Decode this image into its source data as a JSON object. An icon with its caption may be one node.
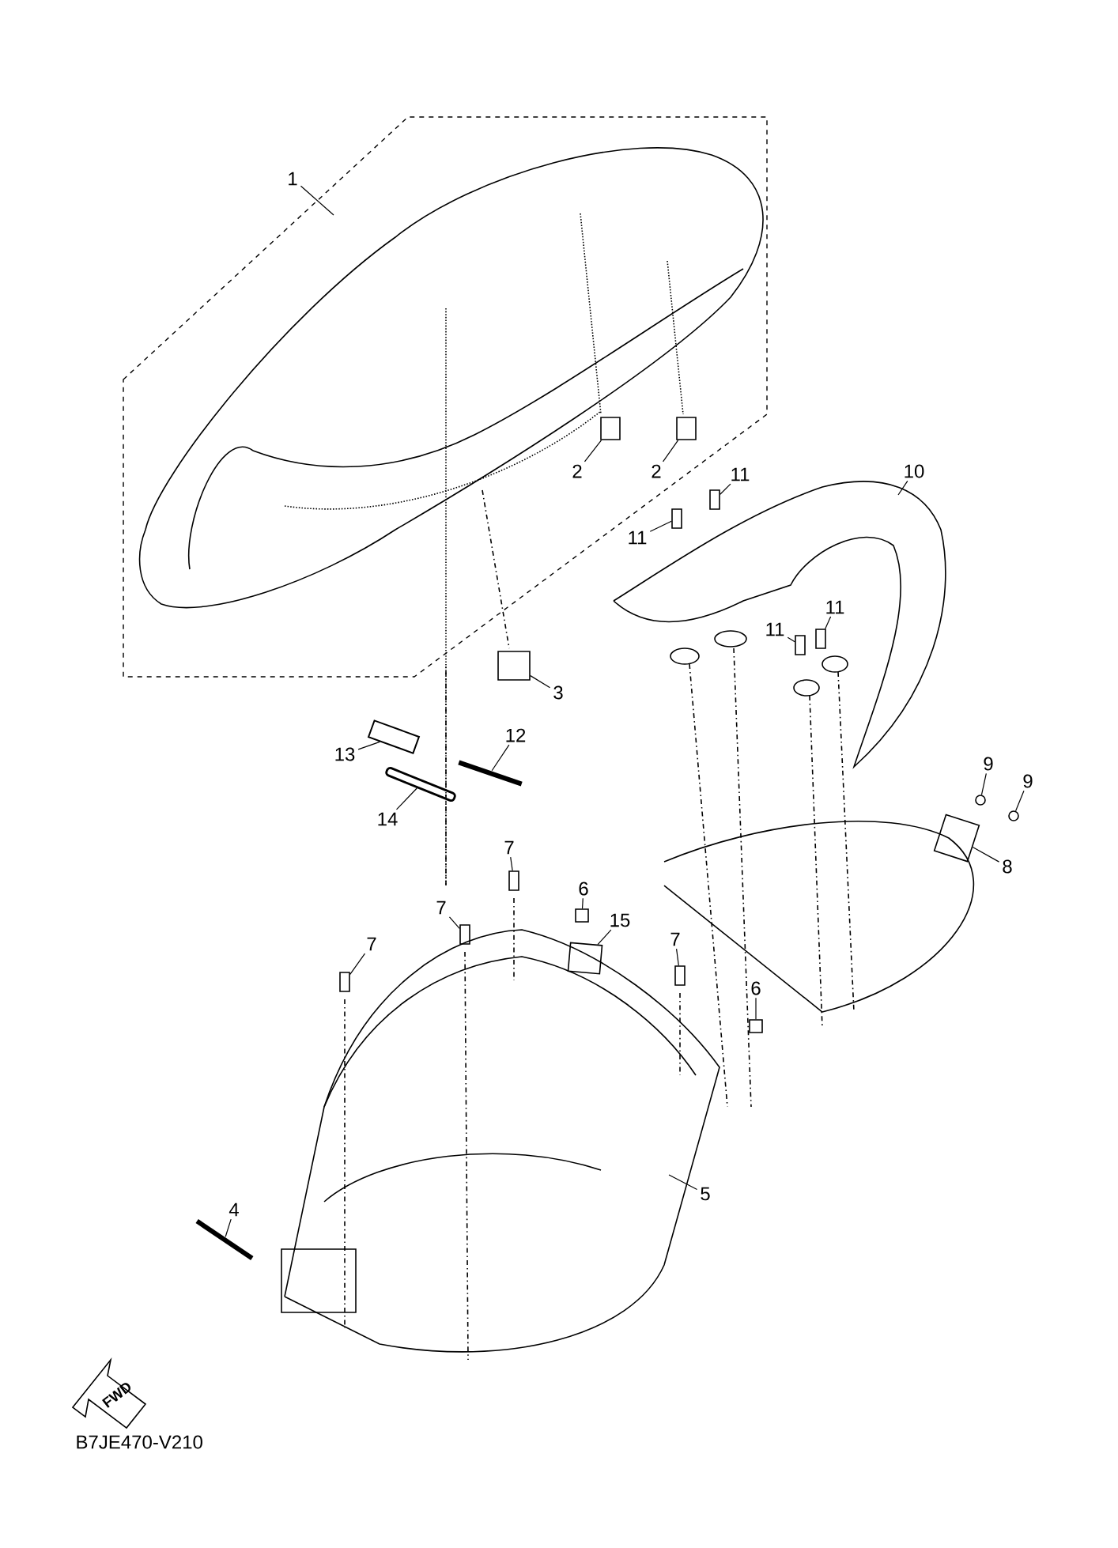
{
  "diagram": {
    "nodes": [
      {
        "text": [
          "1"
        ]
      },
      {
        "text": [
          "2"
        ]
      },
      {
        "text": [
          "2"
        ]
      },
      {
        "text": [
          "11"
        ]
      },
      {
        "text": [
          "10"
        ]
      },
      {
        "text": [
          "11"
        ]
      },
      {
        "text": [
          "11"
        ]
      },
      {
        "text": [
          "11"
        ]
      },
      {
        "text": [
          "3"
        ]
      },
      {
        "text": [
          "12"
        ]
      },
      {
        "text": [
          "13"
        ]
      },
      {
        "text": [
          "9"
        ]
      },
      {
        "text": [
          "9"
        ]
      },
      {
        "text": [
          "14"
        ]
      },
      {
        "text": [
          "7"
        ]
      },
      {
        "text": [
          "8"
        ]
      },
      {
        "text": [
          "6"
        ]
      },
      {
        "text": [
          "7"
        ]
      },
      {
        "text": [
          "15"
        ]
      },
      {
        "text": [
          "7"
        ]
      },
      {
        "text": [
          "7"
        ]
      },
      {
        "text": [
          "6"
        ]
      },
      {
        "text": [
          "5"
        ]
      },
      {
        "text": [
          "4"
        ]
      },
      {
        "text": [],
        "shape": "box"
      },
      {
        "text": [],
        "shape": "box"
      },
      {
        "text": [],
        "shape": "box"
      },
      {
        "text": [],
        "shape": "box"
      },
      {
        "text": [],
        "shape": "box"
      },
      {
        "text": [],
        "shape": "box"
      },
      {
        "text": [],
        "shape": "box"
      },
      {
        "text": [],
        "shape": "bar"
      },
      {
        "text": [],
        "shape": "cylinder"
      },
      {
        "text": [],
        "shape": "circle"
      },
      {
        "text": [],
        "shape": "circle"
      },
      {
        "text": [],
        "shape": "picture"
      },
      {
        "text": [],
        "shape": "box"
      },
      {
        "text": [],
        "shape": "box"
      },
      {
        "text": [],
        "shape": "box"
      },
      {
        "text": [],
        "shape": "box"
      },
      {
        "text": [],
        "shape": "box"
      },
      {
        "text": [],
        "shape": "box"
      },
      {
        "text": [],
        "shape": "box"
      },
      {
        "text": [],
        "shape": "box"
      },
      {
        "text": [],
        "shape": "bar"
      }
    ],
    "edges": [
      {
        "from": 0,
        "to": null,
        "arrow": "none"
      },
      {
        "from": 1,
        "to": 24,
        "arrow": "none"
      },
      {
        "from": 2,
        "to": 25,
        "arrow": "none"
      },
      {
        "from": 3,
        "to": 26,
        "arrow": "none"
      },
      {
        "from": 4,
        "to": null,
        "arrow": "none"
      },
      {
        "from": 5,
        "to": 27,
        "arrow": "none"
      },
      {
        "from": 6,
        "to": 28,
        "arrow": "none"
      },
      {
        "from": 7,
        "to": 29,
        "arrow": "none"
      },
      {
        "from": 8,
        "to": 30,
        "arrow": "none"
      },
      {
        "from": 9,
        "to": 31,
        "arrow": "none"
      },
      {
        "from": 10,
        "to": 32,
        "arrow": "none"
      },
      {
        "from": 11,
        "to": 33,
        "arrow": "none"
      },
      {
        "from": 12,
        "to": 34,
        "arrow": "none"
      },
      {
        "from": 13,
        "to": 35,
        "arrow": "none"
      },
      {
        "from": 14,
        "to": 36,
        "arrow": "none"
      },
      {
        "from": 15,
        "to": 37,
        "arrow": "none"
      },
      {
        "from": 16,
        "to": 38,
        "arrow": "none"
      },
      {
        "from": 17,
        "to": 39,
        "arrow": "none"
      },
      {
        "from": 18,
        "to": 40,
        "arrow": "none"
      },
      {
        "from": 19,
        "to": 41,
        "arrow": "none"
      },
      {
        "from": 20,
        "to": 42,
        "arrow": "none"
      },
      {
        "from": 21,
        "to": 43,
        "arrow": "none"
      },
      {
        "from": 22,
        "to": null,
        "arrow": "none"
      },
      {
        "from": 23,
        "to": 44,
        "arrow": "none"
      }
    ],
    "labels": [
      "FWD",
      "B7JE470-V210"
    ]
  }
}
